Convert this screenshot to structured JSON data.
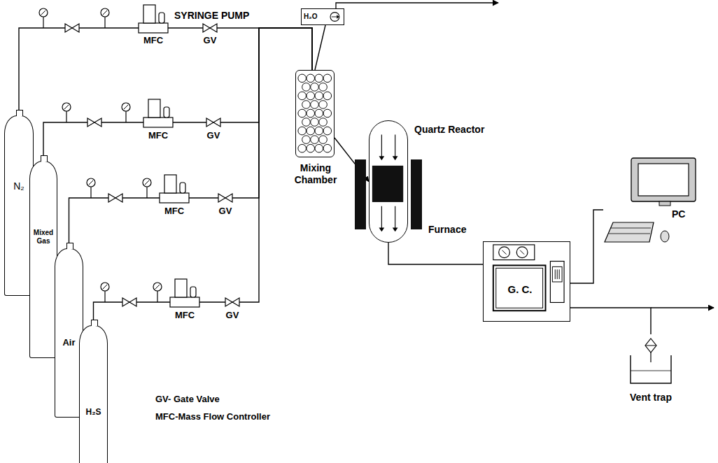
{
  "diagram": {
    "nodes": [
      {
        "text": [
          "N₂"
        ]
      },
      {
        "text": [
          "Mixed Gas"
        ]
      },
      {
        "text": [
          "Air"
        ]
      },
      {
        "text": [
          "H₂S"
        ]
      },
      {
        "text": [
          "H₂O",
          "SYRINGE PUMP"
        ]
      },
      {
        "text": [
          "Mixing Chamber"
        ]
      },
      {
        "text": [
          "Quartz Reactor"
        ]
      },
      {
        "text": [
          "G. C."
        ]
      },
      {
        "text": [
          "PC"
        ]
      },
      {
        "text": [
          "Vent trap"
        ]
      }
    ],
    "edges": [
      {
        "from": 0,
        "to": 5,
        "arrow": "none"
      },
      {
        "from": 1,
        "to": 5,
        "arrow": "none"
      },
      {
        "from": 2,
        "to": 5,
        "arrow": "none"
      },
      {
        "from": 3,
        "to": 5,
        "arrow": "none"
      },
      {
        "from": 4,
        "to": 5,
        "arrow": "none"
      },
      {
        "from": 5,
        "to": 6,
        "arrow": "to"
      },
      {
        "from": 6,
        "to": 7,
        "arrow": "none"
      },
      {
        "from": 7,
        "to": 8,
        "arrow": "none"
      },
      {
        "from": 7,
        "to": 9,
        "arrow": "none"
      }
    ],
    "labels": [
      "MFC",
      "GV",
      "MFC",
      "GV",
      "MFC",
      "GV",
      "MFC",
      "GV",
      "Furnace",
      "GV- Gate Valve",
      "MFC-Mass Flow Controller"
    ]
  }
}
